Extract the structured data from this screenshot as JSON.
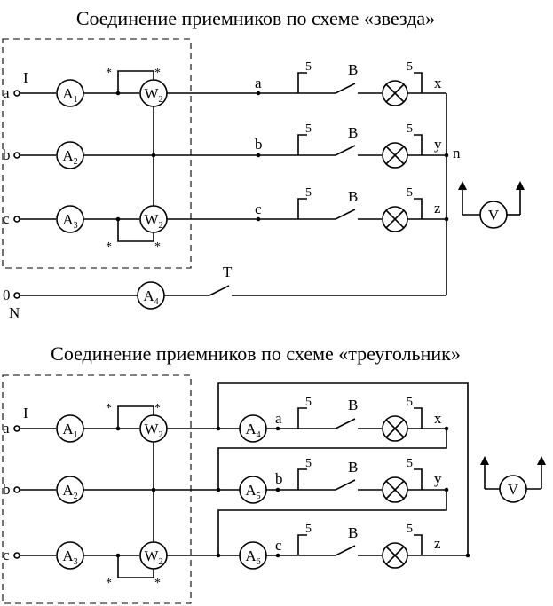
{
  "top": {
    "title": "Соединение приемников по схеме «звезда»",
    "phases": [
      "a",
      "b",
      "c"
    ],
    "neutral": [
      "0",
      "N"
    ],
    "current": "I",
    "ammeters": [
      "A1",
      "A2",
      "A3",
      "A4"
    ],
    "wattmeter": "W2",
    "star_mark": "*",
    "switch_label": "B",
    "neutral_switch": "T",
    "load_index": "5",
    "load_ends": [
      "x",
      "y",
      "z"
    ],
    "neutral_point": "n",
    "voltmeter": "V"
  },
  "bottom": {
    "title": "Соединение приемников по схеме «треугольник»",
    "phases": [
      "a",
      "b",
      "c"
    ],
    "current": "I",
    "ammeters_line": [
      "A1",
      "A2",
      "A3"
    ],
    "ammeters_phase": [
      "A4",
      "A5",
      "A6"
    ],
    "wattmeter": "W2",
    "star_mark": "*",
    "switch_label": "B",
    "load_index": "5",
    "load_ends": [
      "x",
      "y",
      "z"
    ],
    "voltmeter": "V"
  }
}
